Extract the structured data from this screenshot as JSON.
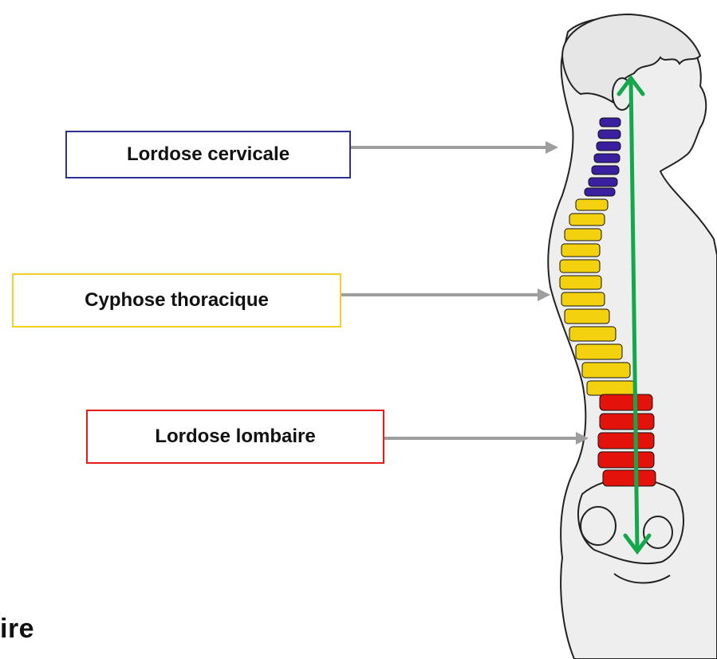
{
  "labels": {
    "cervical": "Lordose cervicale",
    "thoracic": "Cyphose thoracique",
    "lumbar": "Lordose lombaire"
  },
  "partial_text": "ire",
  "colors": {
    "cervical": "#3a1fa0",
    "thoracic": "#f4d10e",
    "lumbar": "#e3120b",
    "arrow": "#9e9e9e",
    "axis": "#12a84b"
  }
}
